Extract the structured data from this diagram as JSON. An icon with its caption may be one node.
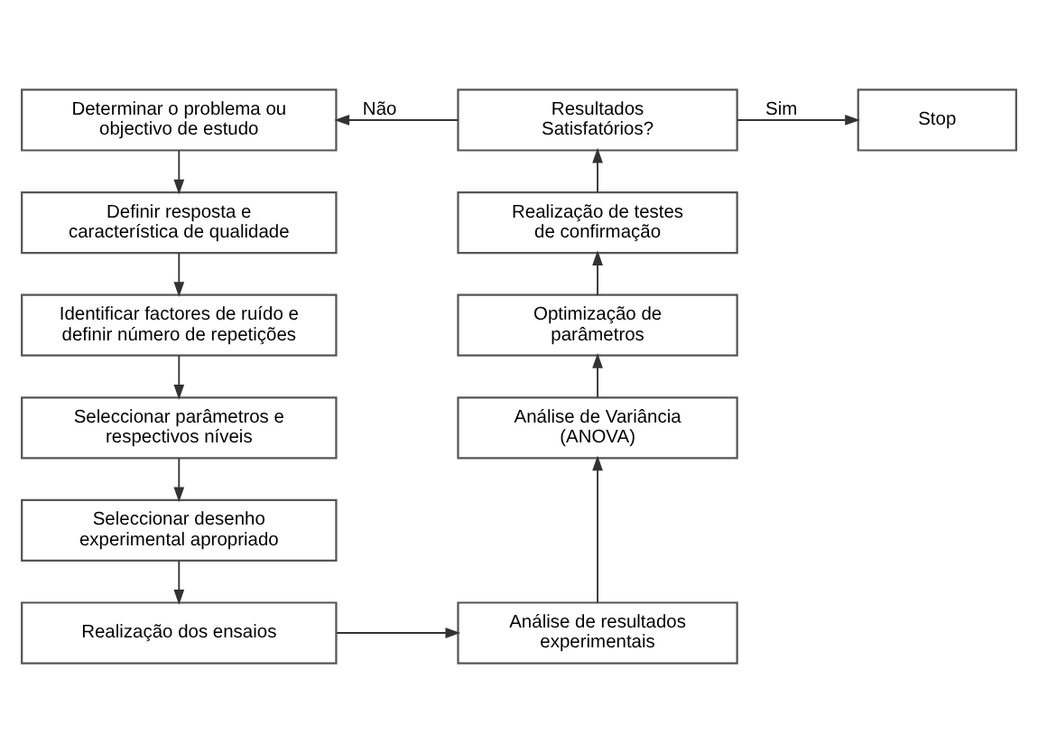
{
  "diagram": {
    "nodes": [
      {
        "text": [
          "Determinar o problema ou objectivo de estudo"
        ]
      },
      {
        "text": [
          "Definir resposta e característica de qualidade"
        ]
      },
      {
        "text": [
          "Identificar factores de ruído e definir número de repetições"
        ]
      },
      {
        "text": [
          "Seleccionar parâmetros e respectivos níveis"
        ]
      },
      {
        "text": [
          "Seleccionar desenho experimental apropriado"
        ]
      },
      {
        "text": [
          "Realização dos ensaios"
        ]
      },
      {
        "text": [
          "Análise de resultados experimentais"
        ]
      },
      {
        "text": [
          "Análise de Variância (ANOVA)"
        ]
      },
      {
        "text": [
          "Optimização de parâmetros"
        ]
      },
      {
        "text": [
          "Realização de testes de confirmação"
        ]
      },
      {
        "text": [
          "Resultados Satisfatórios?"
        ]
      },
      {
        "text": [
          "Stop"
        ]
      }
    ],
    "edges": [
      {
        "from": 0,
        "to": 1,
        "arrow": "to"
      },
      {
        "from": 1,
        "to": 2,
        "arrow": "to"
      },
      {
        "from": 2,
        "to": 3,
        "arrow": "to"
      },
      {
        "from": 3,
        "to": 4,
        "arrow": "to"
      },
      {
        "from": 4,
        "to": 5,
        "arrow": "to"
      },
      {
        "from": 5,
        "to": 6,
        "arrow": "to"
      },
      {
        "from": 6,
        "to": 7,
        "arrow": "to"
      },
      {
        "from": 7,
        "to": 8,
        "arrow": "to"
      },
      {
        "from": 8,
        "to": 9,
        "arrow": "to"
      },
      {
        "from": 9,
        "to": 10,
        "arrow": "to"
      },
      {
        "from": 10,
        "to": 0,
        "arrow": "to",
        "label": "Não"
      },
      {
        "from": 10,
        "to": 11,
        "arrow": "to",
        "label": "Sim"
      }
    ]
  }
}
